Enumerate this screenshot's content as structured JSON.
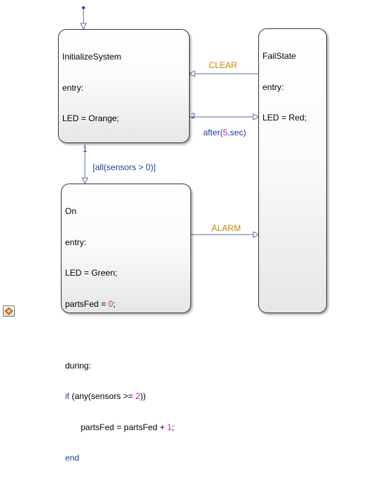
{
  "states": {
    "initialize": {
      "name": "InitializeSystem",
      "entry": "entry:",
      "action": "LED = Orange;"
    },
    "on": {
      "name": "On",
      "entry": "entry:",
      "led": "LED = Green;",
      "parts_init_prefix": "partsFed = ",
      "parts_init_value": "0",
      "parts_init_suffix": ";",
      "during": "during:",
      "if_kw": "if",
      "if_cond_prefix": " (any(sensors >= ",
      "if_cond_value": "2",
      "if_cond_suffix": "))",
      "incr_prefix": "partsFed = partsFed + ",
      "incr_value": "1",
      "incr_suffix": ";",
      "end_kw": "end"
    },
    "fail": {
      "name": "FailState",
      "entry": "entry:",
      "action": "LED = Red;"
    }
  },
  "transitions": {
    "clear": {
      "label": "CLEAR"
    },
    "after": {
      "order": "2",
      "label_prefix": "after(",
      "label_value": "5",
      "label_suffix": ",sec)"
    },
    "sensors": {
      "order": "1",
      "label": "[all(sensors > 0)]"
    },
    "alarm": {
      "label": "ALARM"
    }
  },
  "colors": {
    "event_label": "#c8860a",
    "keyword": "#1b3f9e",
    "number": "#c020c0",
    "wire": "#5b6f9e"
  },
  "icons": {
    "model_button": "simulink-model-icon"
  }
}
